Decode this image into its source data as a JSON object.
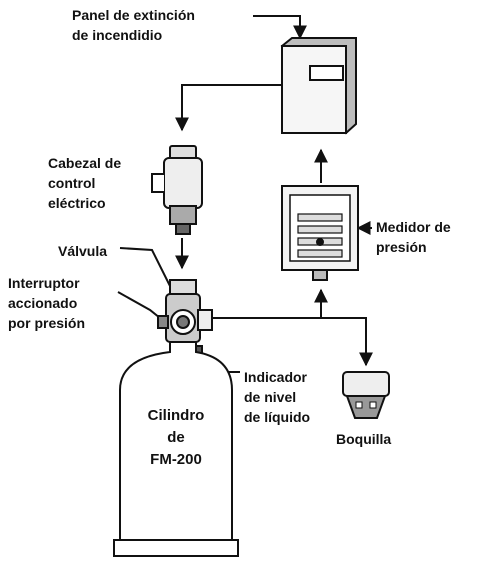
{
  "labels": {
    "panel": [
      "Panel de extinción",
      "de incendidio"
    ],
    "control_head": [
      "Cabezal de",
      "control",
      "eléctrico"
    ],
    "valve": [
      "Válvula"
    ],
    "pressure_switch": [
      "Interruptor",
      "accionado",
      "por presión"
    ],
    "pressure_gauge": [
      "Medidor de",
      "presión"
    ],
    "level_indicator": [
      "Indicador",
      "de nivel",
      "de líquido"
    ],
    "nozzle": [
      "Boquilla"
    ],
    "cylinder": [
      "Cilindro",
      "de",
      "FM-200"
    ]
  },
  "colors": {
    "ink": "#111111",
    "paper": "#ffffff",
    "shade": "#cfcfcf"
  }
}
